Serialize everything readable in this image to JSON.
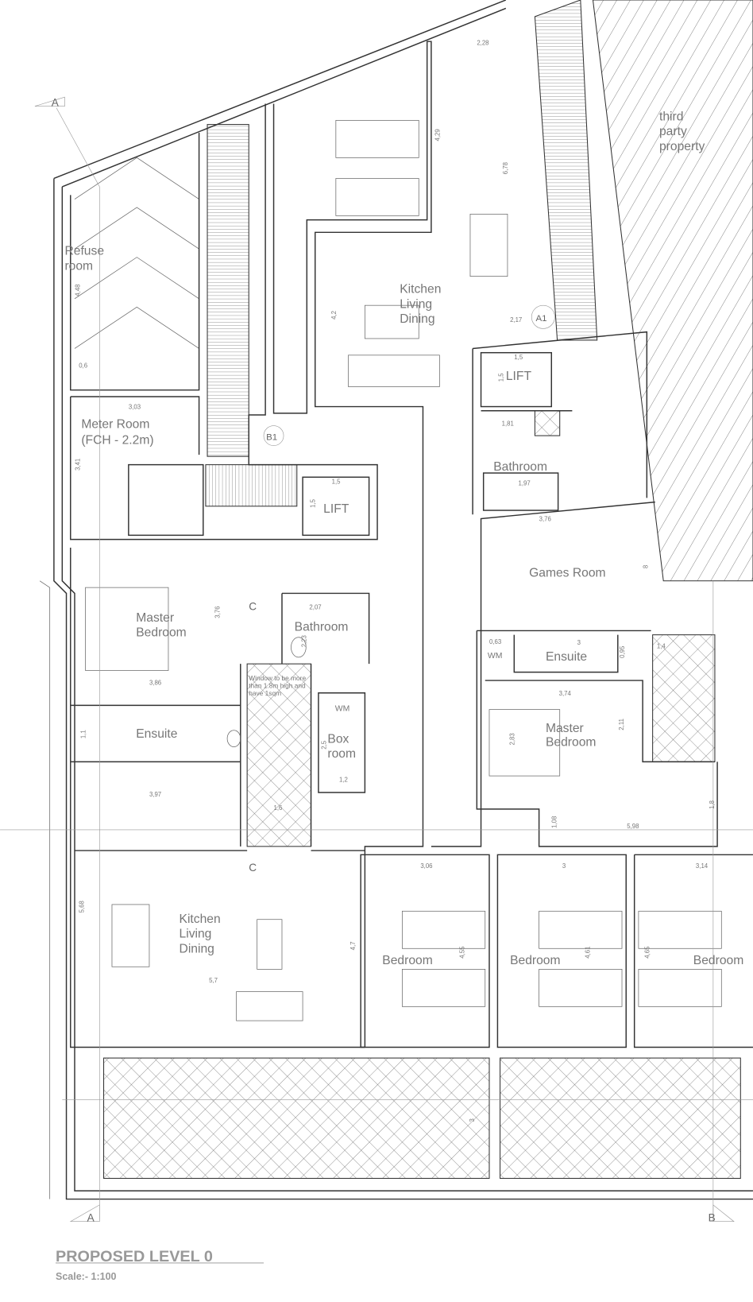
{
  "title": "PROPOSED LEVEL 0",
  "scale": "Scale:- 1:100",
  "rooms": {
    "refuse": [
      "Refuse",
      "room"
    ],
    "meter": [
      "Meter Room",
      "(FCH - 2.2m)"
    ],
    "kitchen_top": [
      "Kitchen",
      "Living",
      "Dining"
    ],
    "third_party": [
      "third",
      "party",
      "property"
    ],
    "lift_left": "LIFT",
    "lift_right": "LIFT",
    "bathroom_right": "Bathroom",
    "bathroom_left": "Bathroom",
    "games": "Games Room",
    "master_left": [
      "Master",
      "Bedroom"
    ],
    "master_right": [
      "Master",
      "Bedroom"
    ],
    "ensuite_left": "Ensuite",
    "ensuite_right": "Ensuite",
    "box": [
      "Box",
      "room"
    ],
    "kitchen_bottom": [
      "Kitchen",
      "Living",
      "Dining"
    ],
    "bedrooms": [
      "Bedroom",
      "Bedroom",
      "Bedroom"
    ],
    "wm": [
      "WM",
      "WM"
    ]
  },
  "note": [
    "Window to be more",
    "than 1.8m high and",
    "have 1sqm"
  ],
  "markers": {
    "a_top": "A",
    "a_bottom": "A",
    "b_bottom": "B",
    "c_top": "C",
    "c_bottom": "C",
    "b1": "B1",
    "a1": "A1"
  },
  "dimensions": [
    "2,28",
    "4,29",
    "6,78",
    "2,17",
    "4,2",
    "4,48",
    "0,6",
    "3,03",
    "3,41",
    "1,5",
    "1,5",
    "1,5",
    "1,5",
    "1,81",
    "1,97",
    "3,76",
    "8",
    "3,76",
    "2,07",
    "2,23",
    "3,86",
    "0,63",
    "3",
    "0,95",
    "1,4",
    "3,74",
    "2,83",
    "2,11",
    "1,1",
    "2,5",
    "1,2",
    "3,97",
    "1,6",
    "1,08",
    "5,98",
    "1,8",
    "3,06",
    "3",
    "3,14",
    "5,68",
    "4,7",
    "5,7",
    "4,55",
    "4,61",
    "4,65",
    "3"
  ]
}
